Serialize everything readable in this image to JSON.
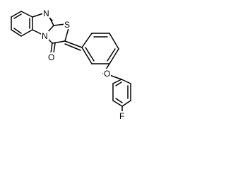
{
  "molecule": {
    "atoms": {
      "n_imine": "N",
      "s_ring": "S",
      "n_bridge": "N",
      "o_carbonyl": "O",
      "o_ether": "O",
      "f_para": "F"
    }
  },
  "colors": {
    "bond": "#000000",
    "label": "#000000",
    "background": "#ffffff"
  }
}
